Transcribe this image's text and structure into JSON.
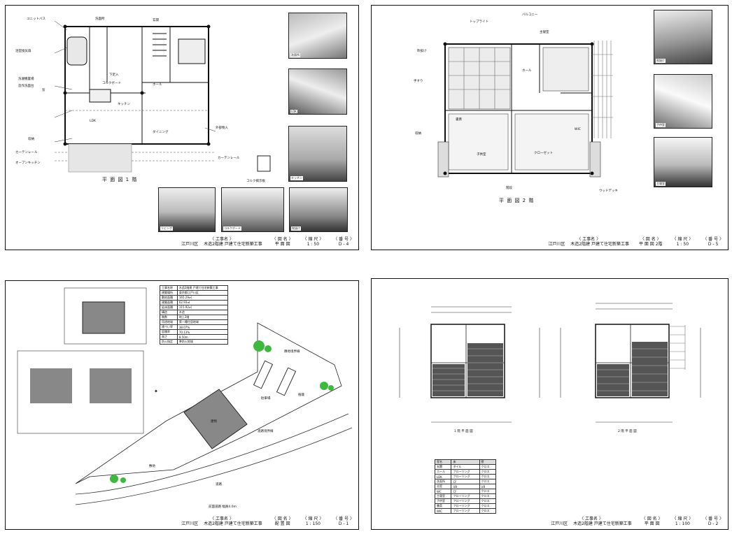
{
  "sheets": {
    "plan1": {
      "caption": "平 面 図 1 階",
      "tb_label": "〈 工事名 〉",
      "project": "江戸川区 　木造2階建 戸建て住宅新築工事",
      "tb_drawing_label": "〈 図 名 〉",
      "drawing": "平 面 図",
      "tb_scale_label": "〈 縮 尺 〉",
      "scale": "1 : 50",
      "tb_no_label": "〈 番 号 〉",
      "number": "D - 4",
      "labels": [
        "ユニットバス",
        "浴室換気扇",
        "洗面所",
        "洗濯機置場",
        "造作洗面台",
        "窓",
        "下足入",
        "コルクボード",
        "玄関",
        "ホール",
        "LDK",
        "キッチン",
        "収納",
        "カーテンレール",
        "オープンキッチン",
        "ダイニング",
        "外部物入",
        "カーテンレール",
        "コルク掲示板"
      ],
      "photos": [
        "洗面所",
        "LDK",
        "キッチン",
        "リビング",
        "コルクボード",
        "吹抜け"
      ]
    },
    "plan2": {
      "caption": "平 面 図 2 階",
      "tb_label": "〈 工事名 〉",
      "project": "江戸川区 　木造2階建 戸建て住宅新築工事",
      "tb_drawing_label": "〈 図 名 〉",
      "drawing": "平 面 図 2階",
      "tb_scale_label": "〈 縮 尺 〉",
      "scale": "1 : 50",
      "tb_no_label": "〈 番 号 〉",
      "number": "D - 5",
      "labels": [
        "吹抜け",
        "手すり",
        "トップライト",
        "バルコニー",
        "ホール",
        "書斎",
        "主寝室",
        "子供室",
        "クローゼット",
        "WIC",
        "収納",
        "ウッドデッキ",
        "階段"
      ],
      "photos": [
        "吹抜け",
        "子供室",
        "主寝室"
      ]
    },
    "site": {
      "tb_label": "〈 工事名 〉",
      "project": "江戸川区 　木造2階建 戸建て住宅新築工事",
      "tb_drawing_label": "〈 図 名 〉",
      "drawing": "配 置 図",
      "tb_scale_label": "〈 縮 尺 〉",
      "scale": "1 : 150",
      "tb_no_label": "〈 番 号 〉",
      "number": "D - 1",
      "labels": [
        "道路",
        "駐車場",
        "隣地境界線",
        "建物",
        "道路境界線",
        "植栽",
        "敷地",
        "前面道路 幅員4.0m"
      ],
      "spec_rows": [
        [
          "工事名称",
          "木造2階建 戸建て住宅新築工事"
        ],
        [
          "建築場所",
          "東京都江戸川区"
        ],
        [
          "敷地面積",
          "165.29㎡"
        ],
        [
          "建築面積",
          "62.93㎡"
        ],
        [
          "延床面積",
          "115.92㎡"
        ],
        [
          "構造",
          "木造"
        ],
        [
          "階数",
          "地上2階"
        ],
        [
          "用途地域",
          "第一種住居地域"
        ],
        [
          "建ぺい率",
          "38.07%"
        ],
        [
          "容積率",
          "70.13%"
        ],
        [
          "高さ",
          "8.50m"
        ],
        [
          "防火指定",
          "準防火地域"
        ]
      ]
    },
    "elev": {
      "tb_label": "〈 工事名 〉",
      "project": "江戸川区 　木造2階建 戸建て住宅新築工事",
      "tb_drawing_label": "〈 図 名 〉",
      "drawing": "平 面 図",
      "tb_scale_label": "〈 縮 尺 〉",
      "scale": "1 : 100",
      "tb_no_label": "〈 番 号 〉",
      "number": "D - 2",
      "caption_left": "1 階 平 面 図",
      "caption_right": "2 階 平 面 図",
      "table_rows": [
        [
          "室名",
          "床",
          "壁"
        ],
        [
          "玄関",
          "タイル",
          "クロス"
        ],
        [
          "ホール",
          "フローリング",
          "クロス"
        ],
        [
          "LDK",
          "フローリング",
          "クロス"
        ],
        [
          "洗面所",
          "CF",
          "クロス"
        ],
        [
          "浴室",
          "UB",
          "UB"
        ],
        [
          "WC",
          "CF",
          "クロス"
        ],
        [
          "主寝室",
          "フローリング",
          "クロス"
        ],
        [
          "子供室",
          "フローリング",
          "クロス"
        ],
        [
          "書斎",
          "フローリング",
          "クロス"
        ],
        [
          "WIC",
          "フローリング",
          "クロス"
        ]
      ]
    }
  }
}
